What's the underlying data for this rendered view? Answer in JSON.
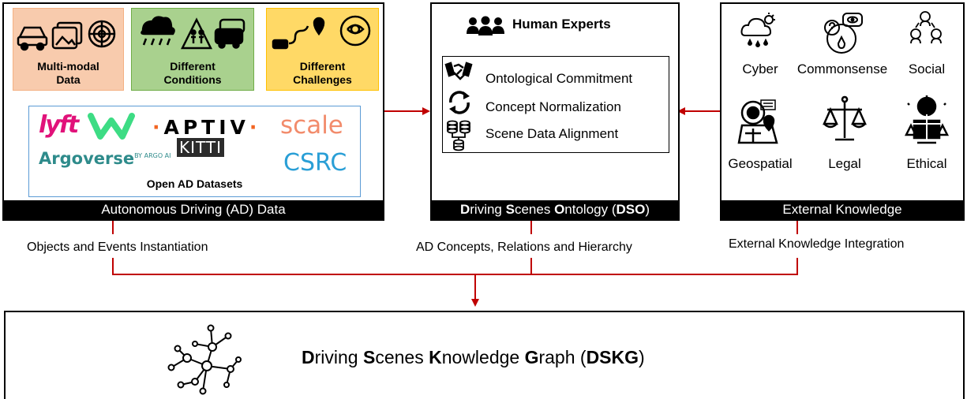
{
  "ad_data": {
    "footer": "Autonomous Driving (AD) Data",
    "categories": [
      {
        "label_line1": "Multi-modal",
        "label_line2": "Data",
        "color": "#f8cbad",
        "border": "#f4b183"
      },
      {
        "label_line1": "Different",
        "label_line2": "Conditions",
        "color": "#a9d18e",
        "border": "#70ad47"
      },
      {
        "label_line1": "Different",
        "label_line2": "Challenges",
        "color": "#ffd966",
        "border": "#ffc000"
      }
    ],
    "datasets_title": "Open AD Datasets",
    "dataset_logos": [
      "lyft",
      "APTIV",
      "scale",
      "KITTI",
      "Argoverse",
      "BY ARGO AI",
      "CSRC"
    ],
    "datasets_border_color": "#5b9bd5"
  },
  "dso": {
    "experts_label": "Human Experts",
    "steps": [
      "Ontological Commitment",
      "Concept Normalization",
      "Scene Data Alignment"
    ],
    "footer_parts": [
      {
        "b": "D",
        "t": "riving "
      },
      {
        "b": "S",
        "t": "cenes "
      },
      {
        "b": "O",
        "t": "ntology ("
      },
      {
        "b": "DSO",
        "t": ")"
      }
    ]
  },
  "external": {
    "footer": "External Knowledge",
    "items": [
      "Cyber",
      "Commonsense",
      "Social",
      "Geospatial",
      "Legal",
      "Ethical"
    ]
  },
  "connectors": {
    "left": "Objects and Events Instantiation",
    "middle": "AD Concepts, Relations and Hierarchy",
    "right": "External Knowledge Integration"
  },
  "dskg": {
    "title_parts": [
      {
        "b": "D",
        "t": "riving "
      },
      {
        "b": "S",
        "t": "cenes "
      },
      {
        "b": "K",
        "t": "nowledge "
      },
      {
        "b": "G",
        "t": "raph ("
      },
      {
        "b": "DSKG",
        "t": ")"
      }
    ]
  },
  "colors": {
    "arrow": "#c00000",
    "lyft": "#e1127a",
    "waymo": "#3ddc84",
    "aptiv_dot": "#f26522",
    "scale": "#f28b6b",
    "argoverse": "#2e8b8b",
    "csrc": "#2a9fd6"
  }
}
